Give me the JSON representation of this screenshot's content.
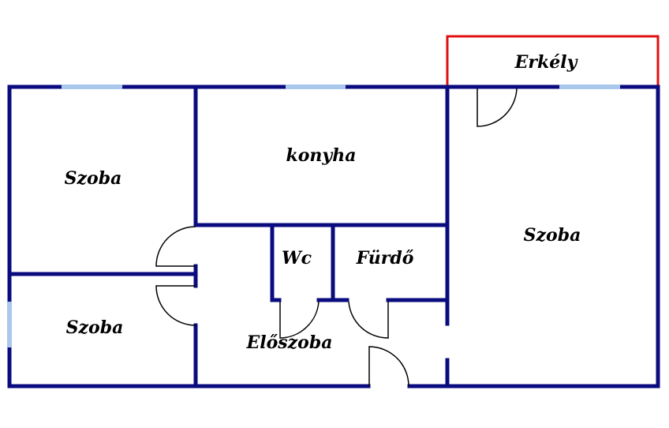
{
  "colors": {
    "wall": "#0b0b80",
    "balcony": "#e01010",
    "window": "#a9c8ec",
    "door": "#000000",
    "background": "#ffffff"
  },
  "rooms": {
    "erkely": "Erkély",
    "konyha": "konyha",
    "szoba_top_left": "Szoba",
    "szoba_bottom_left": "Szoba",
    "szoba_right": "Szoba",
    "wc": "Wc",
    "furdo": "Fürdő",
    "eloszoba": "Előszoba"
  }
}
